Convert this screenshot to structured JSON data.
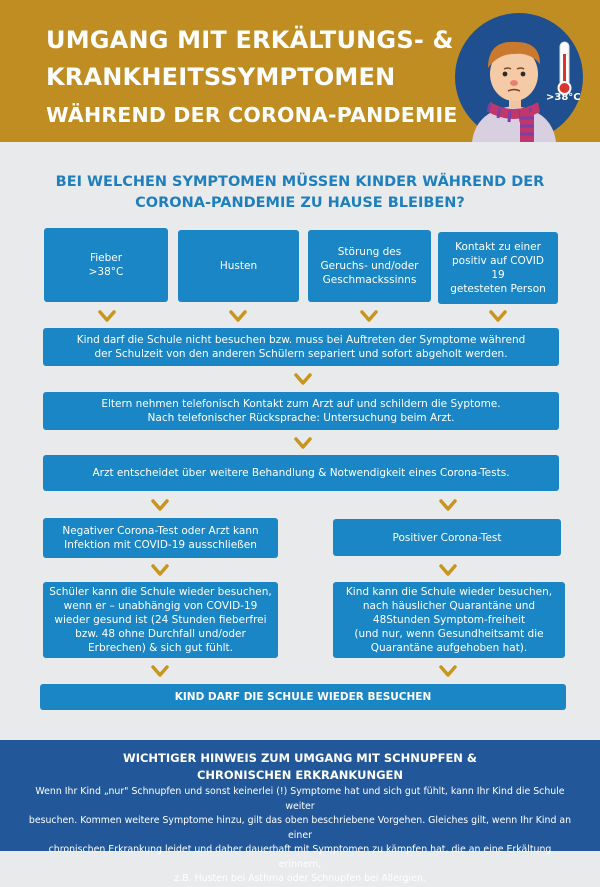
{
  "header": {
    "title_line1": "UMGANG MIT ERKÄLTUNGS- &",
    "title_line2": "KRANKHEITSSYMPTOMEN",
    "title_line3": "WÄHREND DER CORONA-PANDEMIE",
    "thermometer_label": ">38°C",
    "avatar_icon": "sick-child-icon",
    "thermometer_icon": "thermometer-icon"
  },
  "question": {
    "line1": "BEI WELCHEN SYMPTOMEN MÜSSEN KINDER WÄHREND DER",
    "line2": "CORONA-PANDEMIE ZU HAUSE BLEIBEN?"
  },
  "symptoms": [
    {
      "lines": [
        "Fieber",
        ">38°C"
      ]
    },
    {
      "lines": [
        "Husten"
      ]
    },
    {
      "lines": [
        "Störung des",
        "Geruchs- und/oder",
        "Geschmackssinns"
      ]
    },
    {
      "lines": [
        "Kontakt zu einer",
        "positiv auf COVID 19",
        "getesteten Person"
      ]
    }
  ],
  "flow": {
    "step1_line1": "Kind darf die Schule nicht besuchen bzw. muss bei Auftreten der Symptome während",
    "step1_line2": "der Schulzeit von den anderen Schülern separiert und sofort abgeholt werden.",
    "step2_line1": "Eltern nehmen telefonisch Kontakt zum Arzt auf und schildern die Syptome.",
    "step2_line2": "Nach telefonischer Rücksprache: Untersuchung beim Arzt.",
    "step3": "Arzt entscheidet über weitere Behandlung & Notwendigkeit eines Corona-Tests.",
    "negative_line1": "Negativer Corona-Test oder Arzt kann",
    "negative_line2": "Infektion mit COVID-19 ausschließen",
    "positive": "Positiver Corona-Test",
    "neg_result": [
      "Schüler kann die Schule wieder besuchen,",
      "wenn er – unabhängig von COVID-19",
      "wieder gesund ist (24 Stunden fieberfrei",
      "bzw. 48 ohne Durchfall und/oder",
      "Erbrechen) & sich gut fühlt."
    ],
    "pos_result": [
      "Kind kann die Schule wieder besuchen,",
      "nach häuslicher Quarantäne und",
      "48Stunden Symptom-freiheit",
      "(und nur, wenn Gesundheitsamt die",
      "Quarantäne aufgehoben hat)."
    ],
    "final": "KIND DARF DIE SCHULE WIEDER BESUCHEN"
  },
  "footer": {
    "title_line1": "WICHTIGER HINWEIS ZUM UMGANG MIT SCHNUPFEN &",
    "title_line2": "CHRONISCHEN ERKRANKUNGEN",
    "text": [
      "Wenn Ihr Kind „nur\" Schnupfen und sonst keinerlei (!) Symptome hat und sich gut fühlt, kann Ihr Kind die Schule weiter",
      "besuchen. Kommen weitere Symptome hinzu, gilt das oben beschriebene Vorgehen. Gleiches gilt, wenn Ihr Kind an einer",
      "chronischen Erkrankung leidet und daher dauerhaft mit Symptomen zu kämpfen hat, die an eine Erkältung erinnern,",
      "z.B. Husten bei Asthma oder Schnupfen bei Allergien."
    ]
  },
  "colors": {
    "header_bg": "#c08d23",
    "box_blue": "#1b86c6",
    "arrow_gold": "#c8961f",
    "question_blue": "#1f7fbd",
    "footer_bg": "#22579a"
  }
}
